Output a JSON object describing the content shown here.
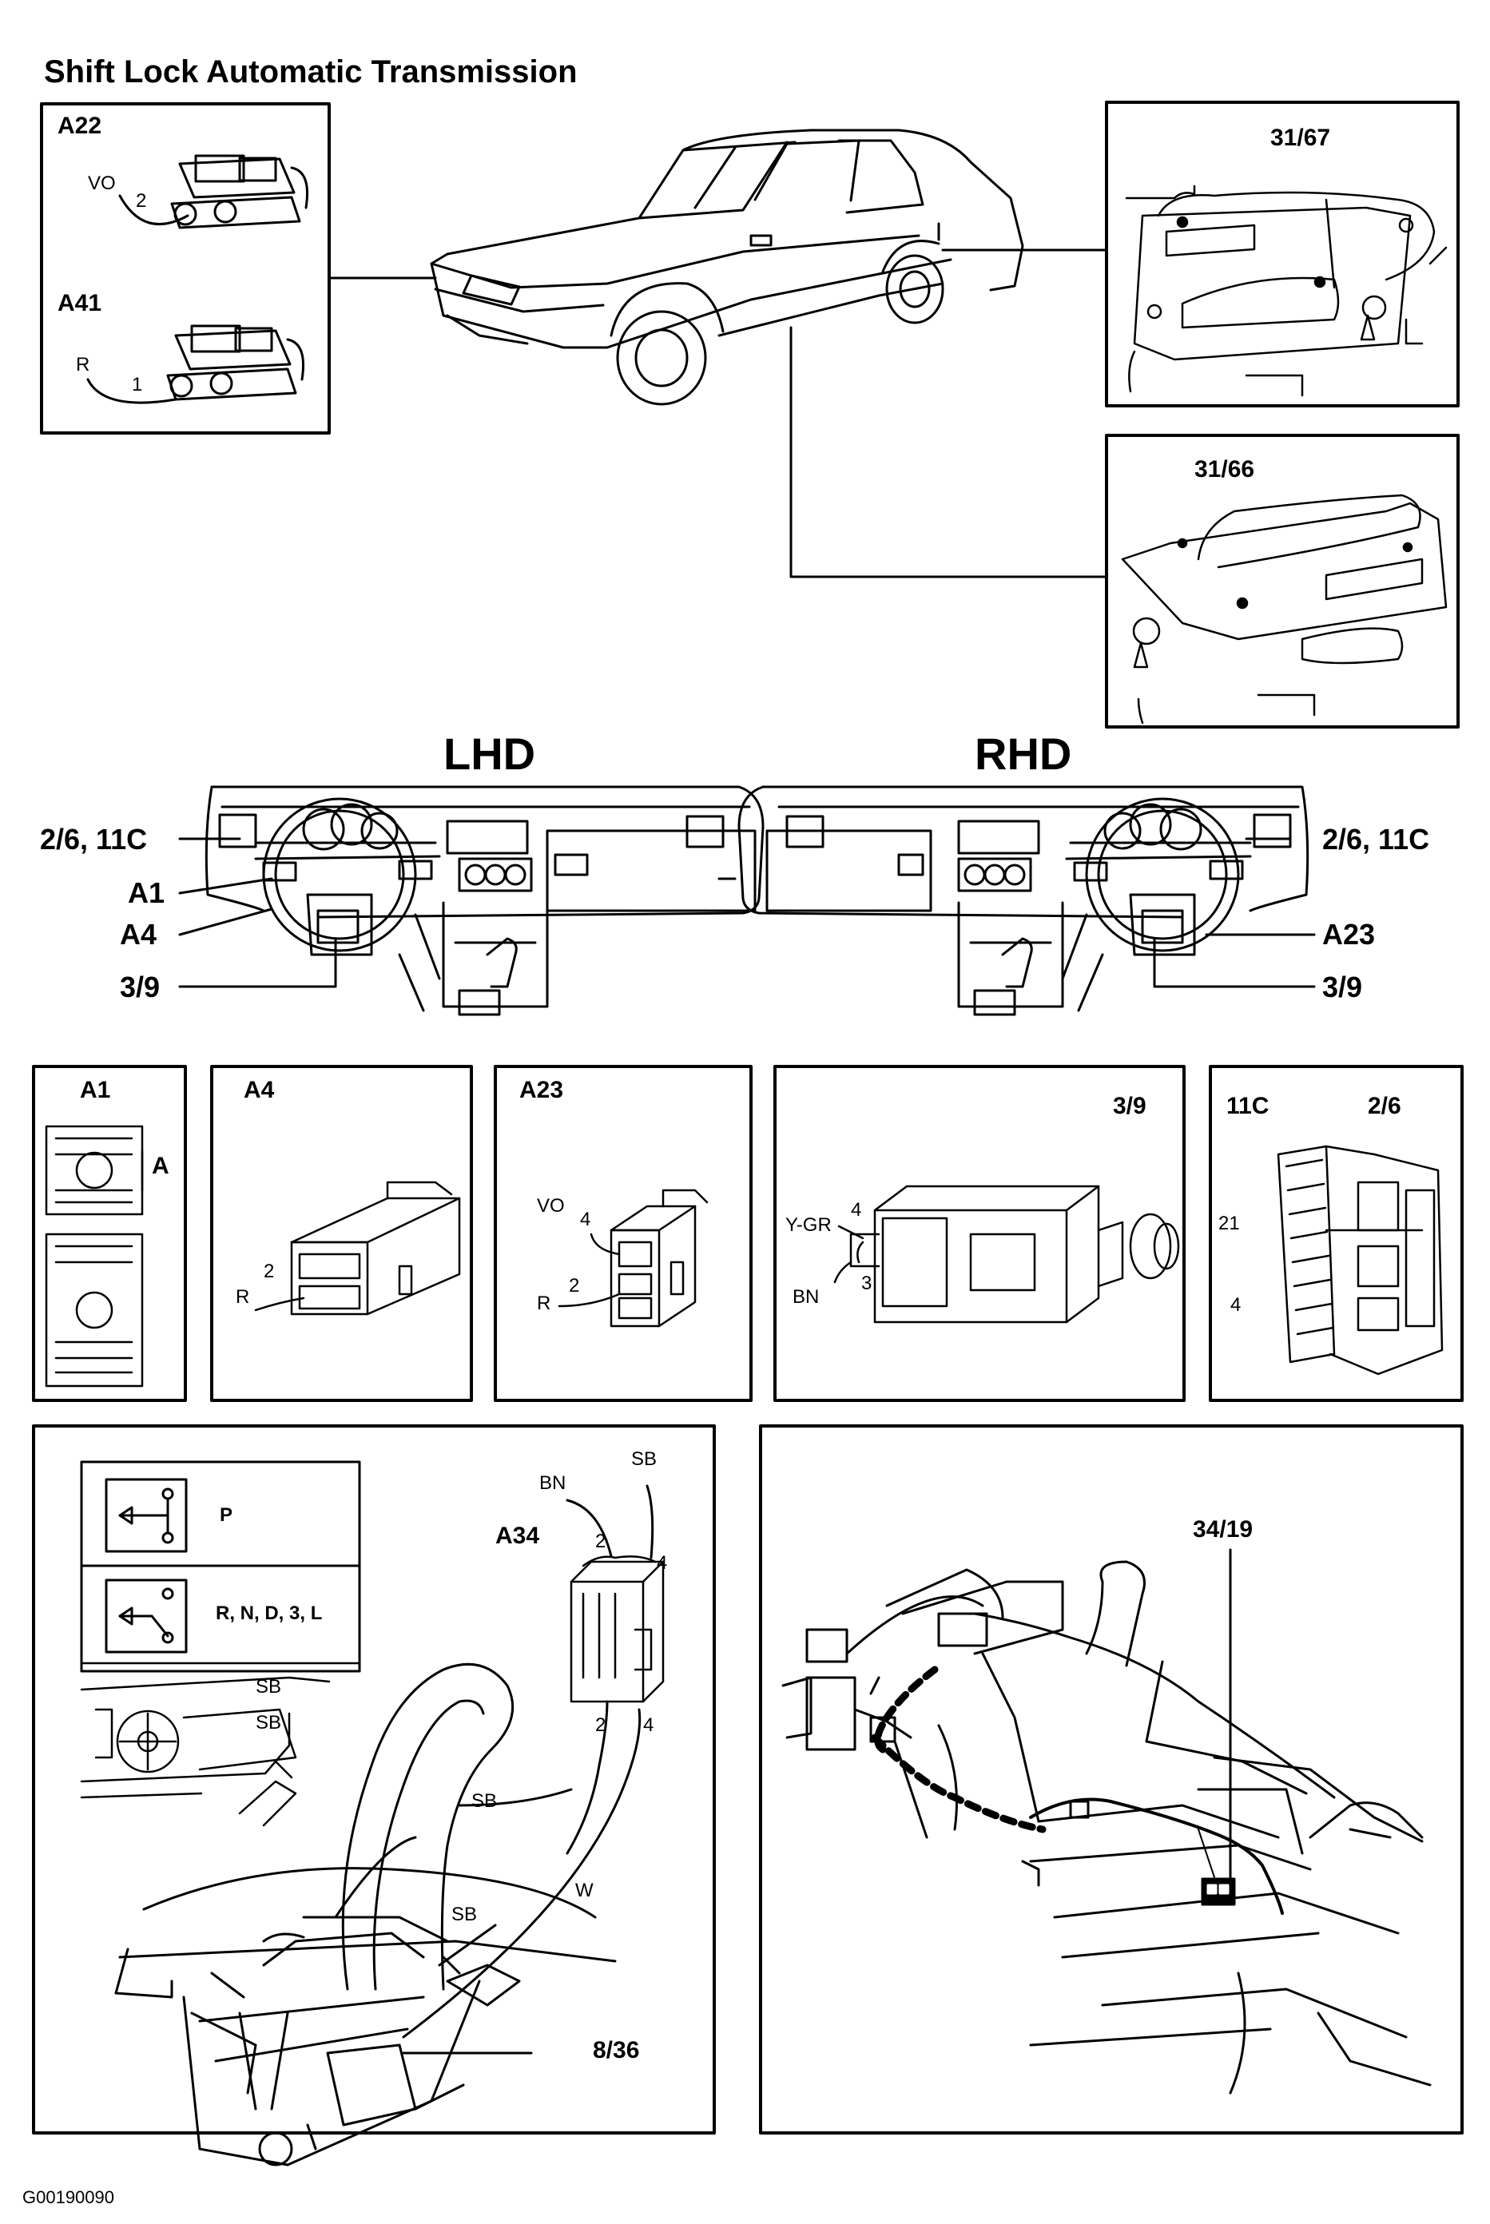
{
  "title": "Shift Lock Automatic Transmission",
  "footer_code": "G00190090",
  "top": {
    "a22": {
      "label": "A22",
      "wire": "VO",
      "pin": "2"
    },
    "a41": {
      "label": "A41",
      "wire": "R",
      "pin": "1"
    },
    "door_front": "31/67",
    "door_rear": "31/66"
  },
  "dash": {
    "lhd": "LHD",
    "rhd": "RHD",
    "lhd_labels": [
      "2/6, 11C",
      "A1",
      "A4",
      "3/9"
    ],
    "rhd_labels": [
      "2/6, 11C",
      "A23",
      "3/9"
    ]
  },
  "connectors": {
    "a1": {
      "label": "A1",
      "side": "A"
    },
    "a4": {
      "label": "A4",
      "wire": "R",
      "pin": "2"
    },
    "a23": {
      "label": "A23",
      "wire1": "VO",
      "pin1": "4",
      "wire2": "R",
      "pin2": "2"
    },
    "s39": {
      "label": "3/9",
      "wire1": "Y-GR",
      "pin1": "4",
      "wire2": "BN",
      "pin2": "3"
    },
    "c11": {
      "label1": "11C",
      "label2": "2/6",
      "pin1": "21",
      "pin2": "4"
    }
  },
  "shifter": {
    "legend_p": "P",
    "legend_drive": "R, N, D, 3, L",
    "a34": "A34",
    "bn": "BN",
    "sb_top": "SB",
    "pin2_top": "2",
    "pin4_top": "4",
    "pin2_bot": "2",
    "pin4_bot": "4",
    "sb_mid": "SB",
    "sb_low": "SB",
    "w": "W",
    "inset_sb1": "SB",
    "inset_sb2": "SB",
    "part": "8/36"
  },
  "console": {
    "part": "34/19"
  }
}
